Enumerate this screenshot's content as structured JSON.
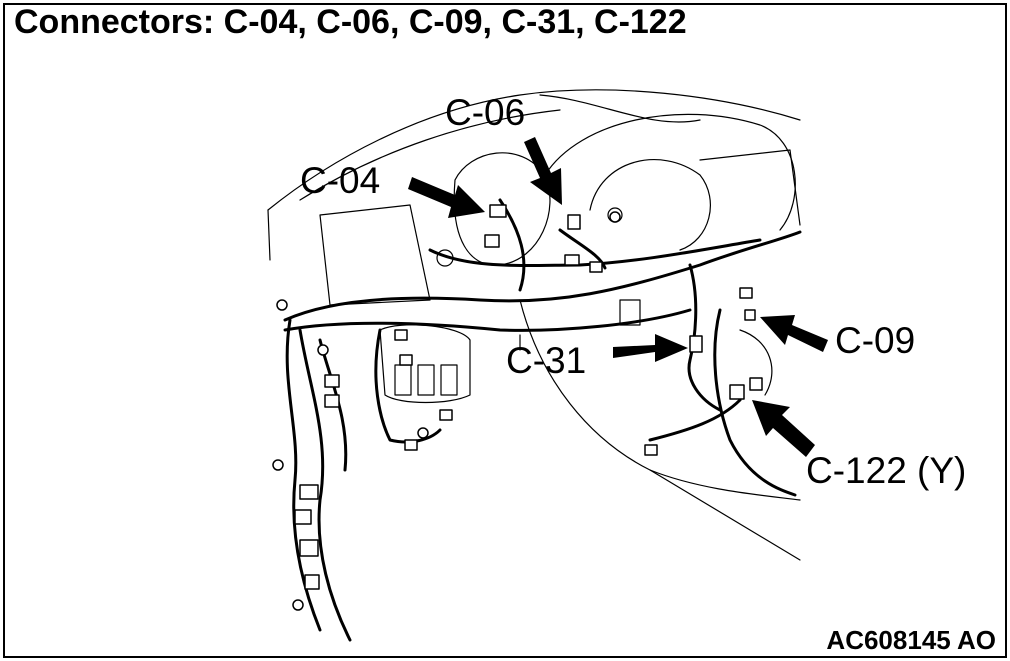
{
  "title": "Connectors: C-04, C-06, C-09, C-31, C-122",
  "figure_code": "AC608145 AO",
  "connectors": {
    "c04": "C-04",
    "c06": "C-06",
    "c09": "C-09",
    "c31": "C-31",
    "c122": "C-122 (Y)"
  }
}
